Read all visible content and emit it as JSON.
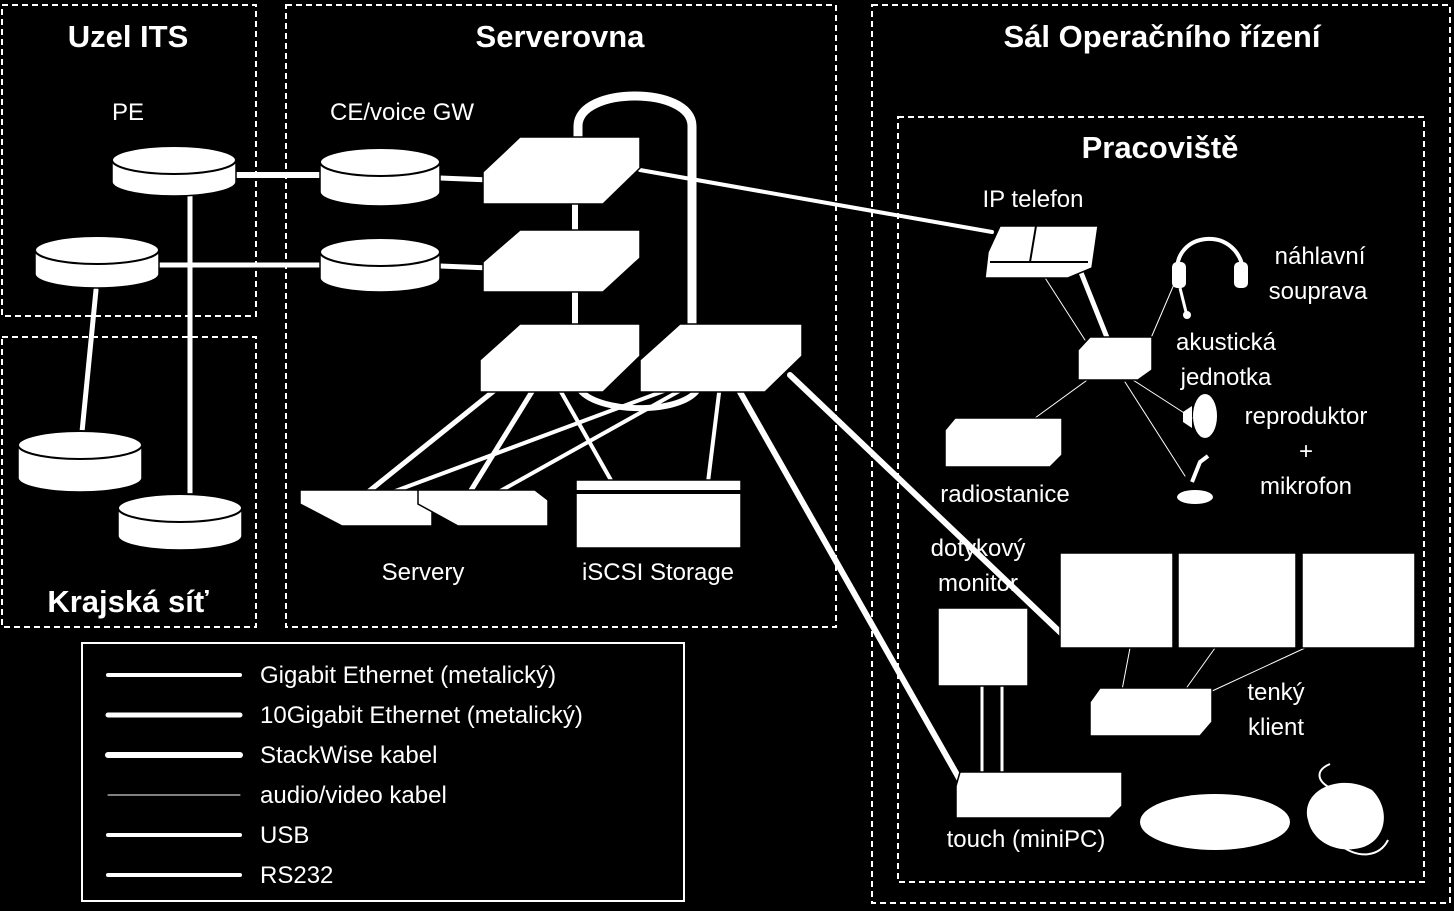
{
  "zones": {
    "uzel": "Uzel ITS",
    "server": "Serverovna",
    "krajska": "Krajská síť",
    "sal": "Sál Operačního řízení",
    "pracoviste": "Pracoviště"
  },
  "labels": {
    "pe": "PE",
    "ce": "CE/voice GW",
    "servery": "Servery",
    "storage": "iSCSI Storage",
    "ip_phone": "IP telefon",
    "headset_1": "náhlavní",
    "headset_2": "souprava",
    "acoustic_1": "akustická",
    "acoustic_2": "jednotka",
    "speaker_1": "reproduktor",
    "speaker_2": "+",
    "speaker_3": "mikrofon",
    "radio": "radiostanice",
    "touch_mon_1": "dotykový",
    "touch_mon_2": "monitor",
    "thin_1": "tenký",
    "thin_2": "klient",
    "touch_pc": "touch (miniPC)"
  },
  "legend": [
    {
      "label": "Gigabit Ethernet (metalický)",
      "stroke_width": 4
    },
    {
      "label": "10Gigabit Ethernet (metalický)",
      "stroke_width": 5
    },
    {
      "label": "StackWise kabel",
      "stroke_width": 6
    },
    {
      "label": "audio/video kabel",
      "stroke_width": 1
    },
    {
      "label": "USB",
      "stroke_width": 4
    },
    {
      "label": "RS232",
      "stroke_width": 4
    }
  ],
  "colors": {
    "background": "#000000",
    "foreground": "#ffffff"
  }
}
